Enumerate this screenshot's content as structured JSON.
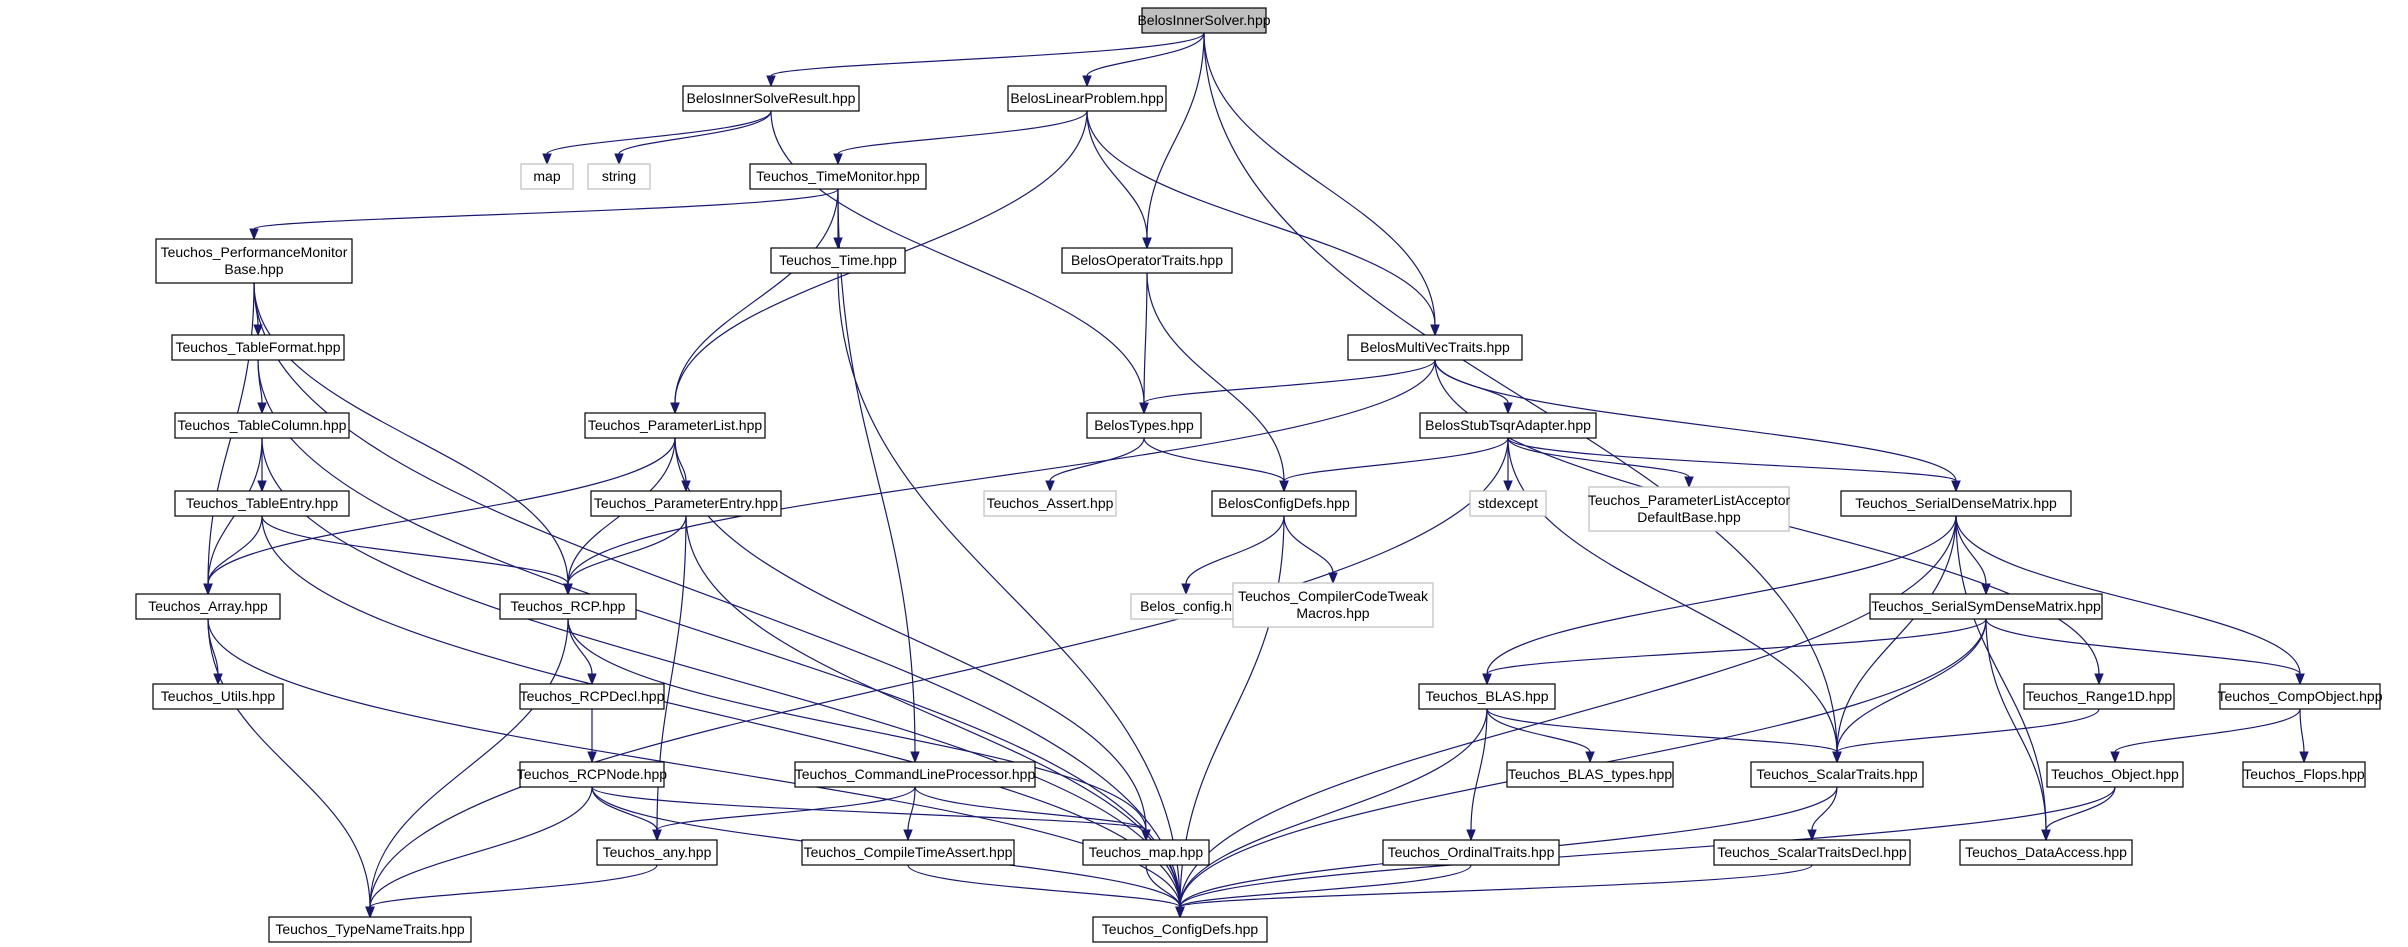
{
  "diagram": {
    "colors": {
      "edge": "#191970",
      "root_fill": "#bfbfbf",
      "external_border": "#bfbfbf"
    },
    "nodes": [
      {
        "id": "n0",
        "lines": [
          "BelosInnerSolver.hpp"
        ],
        "kind": "root"
      },
      {
        "id": "n1",
        "lines": [
          "BelosInnerSolveResult.hpp"
        ],
        "kind": "normal"
      },
      {
        "id": "n2",
        "lines": [
          "BelosLinearProblem.hpp"
        ],
        "kind": "normal"
      },
      {
        "id": "n3",
        "lines": [
          "map"
        ],
        "kind": "external"
      },
      {
        "id": "n4",
        "lines": [
          "string"
        ],
        "kind": "external"
      },
      {
        "id": "n5",
        "lines": [
          "Teuchos_TimeMonitor.hpp"
        ],
        "kind": "normal"
      },
      {
        "id": "n6",
        "lines": [
          "Teuchos_PerformanceMonitor",
          "Base.hpp"
        ],
        "kind": "normal"
      },
      {
        "id": "n7",
        "lines": [
          "Teuchos_Time.hpp"
        ],
        "kind": "normal"
      },
      {
        "id": "n8",
        "lines": [
          "BelosOperatorTraits.hpp"
        ],
        "kind": "normal"
      },
      {
        "id": "n9",
        "lines": [
          "Teuchos_TableFormat.hpp"
        ],
        "kind": "normal"
      },
      {
        "id": "n10",
        "lines": [
          "BelosMultiVecTraits.hpp"
        ],
        "kind": "normal"
      },
      {
        "id": "n11",
        "lines": [
          "Teuchos_TableColumn.hpp"
        ],
        "kind": "normal"
      },
      {
        "id": "n12",
        "lines": [
          "Teuchos_ParameterList.hpp"
        ],
        "kind": "normal"
      },
      {
        "id": "n13",
        "lines": [
          "BelosTypes.hpp"
        ],
        "kind": "normal"
      },
      {
        "id": "n14",
        "lines": [
          "BelosStubTsqrAdapter.hpp"
        ],
        "kind": "normal"
      },
      {
        "id": "n15",
        "lines": [
          "Teuchos_TableEntry.hpp"
        ],
        "kind": "normal"
      },
      {
        "id": "n16",
        "lines": [
          "Teuchos_ParameterEntry.hpp"
        ],
        "kind": "normal"
      },
      {
        "id": "n17",
        "lines": [
          "Teuchos_Assert.hpp"
        ],
        "kind": "external"
      },
      {
        "id": "n18",
        "lines": [
          "BelosConfigDefs.hpp"
        ],
        "kind": "normal"
      },
      {
        "id": "n19",
        "lines": [
          "stdexcept"
        ],
        "kind": "external"
      },
      {
        "id": "n20",
        "lines": [
          "Teuchos_ParameterListAcceptor",
          "DefaultBase.hpp"
        ],
        "kind": "external"
      },
      {
        "id": "n21",
        "lines": [
          "Teuchos_SerialDenseMatrix.hpp"
        ],
        "kind": "normal"
      },
      {
        "id": "n22",
        "lines": [
          "Teuchos_Array.hpp"
        ],
        "kind": "normal"
      },
      {
        "id": "n23",
        "lines": [
          "Teuchos_RCP.hpp"
        ],
        "kind": "normal"
      },
      {
        "id": "n24",
        "lines": [
          "Belos_config.h"
        ],
        "kind": "external"
      },
      {
        "id": "n25",
        "lines": [
          "Teuchos_CompilerCodeTweak",
          "Macros.hpp"
        ],
        "kind": "external"
      },
      {
        "id": "n26",
        "lines": [
          "Teuchos_SerialSymDenseMatrix.hpp"
        ],
        "kind": "normal"
      },
      {
        "id": "n27",
        "lines": [
          "Teuchos_Utils.hpp"
        ],
        "kind": "normal"
      },
      {
        "id": "n28",
        "lines": [
          "Teuchos_RCPDecl.hpp"
        ],
        "kind": "normal"
      },
      {
        "id": "n29",
        "lines": [
          "Teuchos_BLAS.hpp"
        ],
        "kind": "normal"
      },
      {
        "id": "n30",
        "lines": [
          "Teuchos_Range1D.hpp"
        ],
        "kind": "normal"
      },
      {
        "id": "n31",
        "lines": [
          "Teuchos_CompObject.hpp"
        ],
        "kind": "normal"
      },
      {
        "id": "n32",
        "lines": [
          "Teuchos_RCPNode.hpp"
        ],
        "kind": "normal"
      },
      {
        "id": "n33",
        "lines": [
          "Teuchos_CommandLineProcessor.hpp"
        ],
        "kind": "normal"
      },
      {
        "id": "n34",
        "lines": [
          "Teuchos_BLAS_types.hpp"
        ],
        "kind": "normal"
      },
      {
        "id": "n35",
        "lines": [
          "Teuchos_ScalarTraits.hpp"
        ],
        "kind": "normal"
      },
      {
        "id": "n36",
        "lines": [
          "Teuchos_Object.hpp"
        ],
        "kind": "normal"
      },
      {
        "id": "n37",
        "lines": [
          "Teuchos_Flops.hpp"
        ],
        "kind": "normal"
      },
      {
        "id": "n38",
        "lines": [
          "Teuchos_any.hpp"
        ],
        "kind": "normal"
      },
      {
        "id": "n39",
        "lines": [
          "Teuchos_CompileTimeAssert.hpp"
        ],
        "kind": "normal"
      },
      {
        "id": "n40",
        "lines": [
          "Teuchos_map.hpp"
        ],
        "kind": "normal"
      },
      {
        "id": "n41",
        "lines": [
          "Teuchos_OrdinalTraits.hpp"
        ],
        "kind": "normal"
      },
      {
        "id": "n42",
        "lines": [
          "Teuchos_ScalarTraitsDecl.hpp"
        ],
        "kind": "normal"
      },
      {
        "id": "n43",
        "lines": [
          "Teuchos_DataAccess.hpp"
        ],
        "kind": "normal"
      },
      {
        "id": "n44",
        "lines": [
          "Teuchos_TypeNameTraits.hpp"
        ],
        "kind": "normal"
      },
      {
        "id": "n45",
        "lines": [
          "Teuchos_ConfigDefs.hpp"
        ],
        "kind": "normal"
      }
    ],
    "edges": [
      [
        "n0",
        "n1"
      ],
      [
        "n0",
        "n2"
      ],
      [
        "n0",
        "n8"
      ],
      [
        "n0",
        "n10"
      ],
      [
        "n0",
        "n35"
      ],
      [
        "n1",
        "n3"
      ],
      [
        "n1",
        "n4"
      ],
      [
        "n1",
        "n13"
      ],
      [
        "n2",
        "n5"
      ],
      [
        "n2",
        "n12"
      ],
      [
        "n2",
        "n8"
      ],
      [
        "n2",
        "n10"
      ],
      [
        "n5",
        "n6"
      ],
      [
        "n5",
        "n7"
      ],
      [
        "n5",
        "n12"
      ],
      [
        "n5",
        "n33"
      ],
      [
        "n6",
        "n9"
      ],
      [
        "n6",
        "n22"
      ],
      [
        "n6",
        "n23"
      ],
      [
        "n6",
        "n45"
      ],
      [
        "n7",
        "n45"
      ],
      [
        "n8",
        "n13"
      ],
      [
        "n8",
        "n18"
      ],
      [
        "n9",
        "n11"
      ],
      [
        "n9",
        "n45"
      ],
      [
        "n11",
        "n15"
      ],
      [
        "n11",
        "n22"
      ],
      [
        "n11",
        "n45"
      ],
      [
        "n10",
        "n13"
      ],
      [
        "n10",
        "n14"
      ],
      [
        "n10",
        "n21"
      ],
      [
        "n10",
        "n30"
      ],
      [
        "n10",
        "n23"
      ],
      [
        "n12",
        "n16"
      ],
      [
        "n12",
        "n22"
      ],
      [
        "n12",
        "n23"
      ],
      [
        "n12",
        "n40"
      ],
      [
        "n13",
        "n17"
      ],
      [
        "n13",
        "n18"
      ],
      [
        "n14",
        "n18"
      ],
      [
        "n14",
        "n19"
      ],
      [
        "n14",
        "n20"
      ],
      [
        "n14",
        "n21"
      ],
      [
        "n14",
        "n35"
      ],
      [
        "n14",
        "n44"
      ],
      [
        "n15",
        "n22"
      ],
      [
        "n15",
        "n23"
      ],
      [
        "n15",
        "n45"
      ],
      [
        "n16",
        "n23"
      ],
      [
        "n16",
        "n38"
      ],
      [
        "n16",
        "n45"
      ],
      [
        "n18",
        "n24"
      ],
      [
        "n18",
        "n25"
      ],
      [
        "n18",
        "n45"
      ],
      [
        "n21",
        "n26"
      ],
      [
        "n21",
        "n29"
      ],
      [
        "n21",
        "n35"
      ],
      [
        "n21",
        "n31"
      ],
      [
        "n21",
        "n43"
      ],
      [
        "n21",
        "n45"
      ],
      [
        "n22",
        "n27"
      ],
      [
        "n22",
        "n44"
      ],
      [
        "n22",
        "n45"
      ],
      [
        "n23",
        "n28"
      ],
      [
        "n23",
        "n44"
      ],
      [
        "n23",
        "n40"
      ],
      [
        "n28",
        "n32"
      ],
      [
        "n32",
        "n38"
      ],
      [
        "n32",
        "n40"
      ],
      [
        "n32",
        "n44"
      ],
      [
        "n32",
        "n45"
      ],
      [
        "n26",
        "n29"
      ],
      [
        "n26",
        "n31"
      ],
      [
        "n26",
        "n35"
      ],
      [
        "n26",
        "n43"
      ],
      [
        "n26",
        "n45"
      ],
      [
        "n29",
        "n34"
      ],
      [
        "n29",
        "n35"
      ],
      [
        "n29",
        "n41"
      ],
      [
        "n29",
        "n45"
      ],
      [
        "n30",
        "n35"
      ],
      [
        "n31",
        "n36"
      ],
      [
        "n31",
        "n37"
      ],
      [
        "n36",
        "n43"
      ],
      [
        "n36",
        "n45"
      ],
      [
        "n33",
        "n38"
      ],
      [
        "n33",
        "n39"
      ],
      [
        "n33",
        "n40"
      ],
      [
        "n35",
        "n42"
      ],
      [
        "n35",
        "n45"
      ],
      [
        "n38",
        "n44"
      ],
      [
        "n39",
        "n45"
      ],
      [
        "n40",
        "n45"
      ],
      [
        "n41",
        "n45"
      ],
      [
        "n42",
        "n45"
      ]
    ]
  }
}
